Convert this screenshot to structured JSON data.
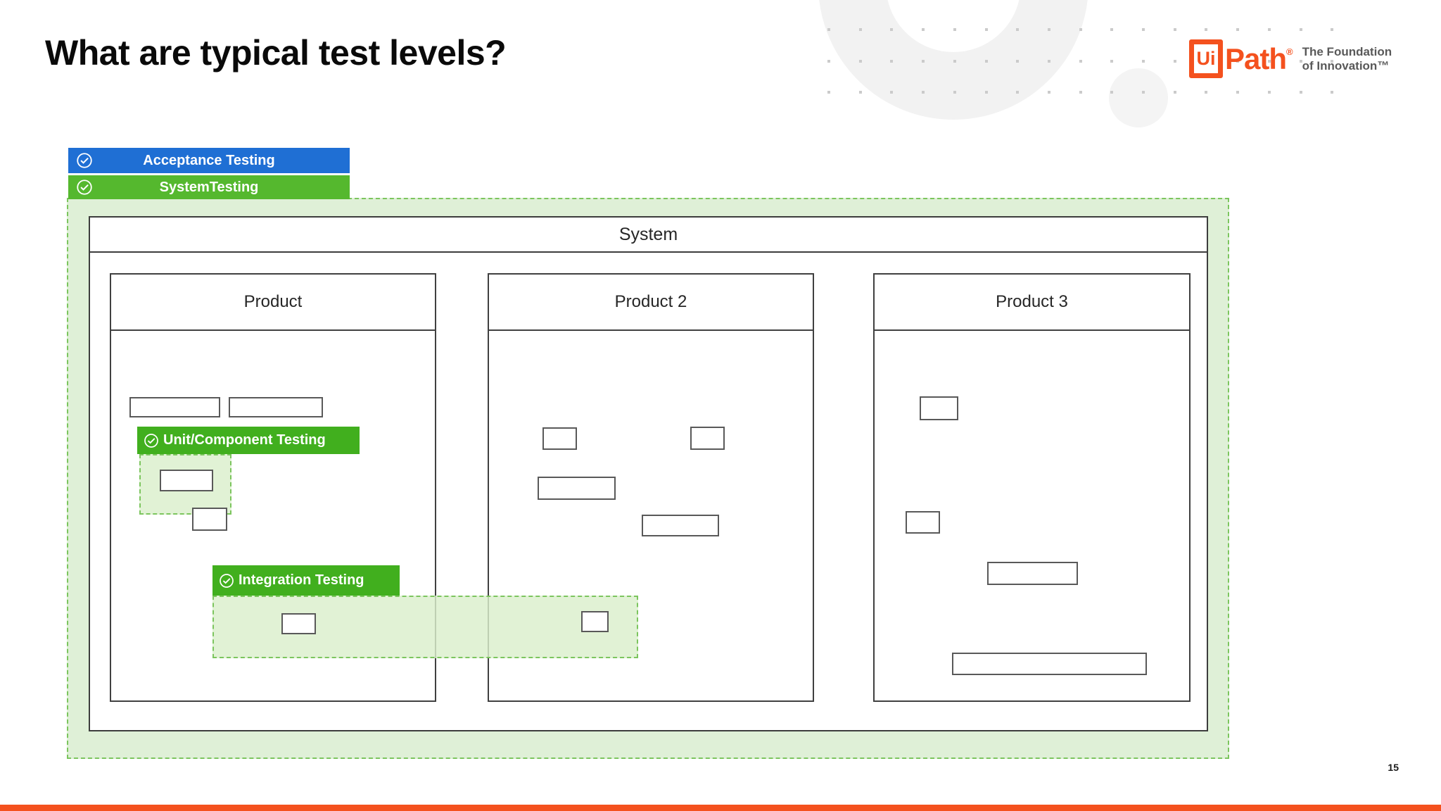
{
  "slide": {
    "title": "What are typical test levels?",
    "page_number": "15"
  },
  "logo": {
    "ui": "Ui",
    "path": "Path",
    "registered": "®",
    "tagline_line1": "The Foundation",
    "tagline_line2": "of Innovation™"
  },
  "test_levels": {
    "acceptance_label": "Acceptance Testing",
    "system_label": "SystemTesting",
    "unit_label": "Unit/Component Testing",
    "integration_label": "Integration Testing"
  },
  "diagram": {
    "system_title": "System",
    "products": [
      {
        "title": "Product"
      },
      {
        "title": "Product 2"
      },
      {
        "title": "Product 3"
      }
    ]
  },
  "colors": {
    "accept_blue": "#1F6FD4",
    "level_green": "#55B82E",
    "label_green": "#41AF1E",
    "area_fill": "#DFF0D7",
    "area_border": "#7CC55E",
    "brand_orange": "#F4511E",
    "tagline_gray": "#595959"
  }
}
